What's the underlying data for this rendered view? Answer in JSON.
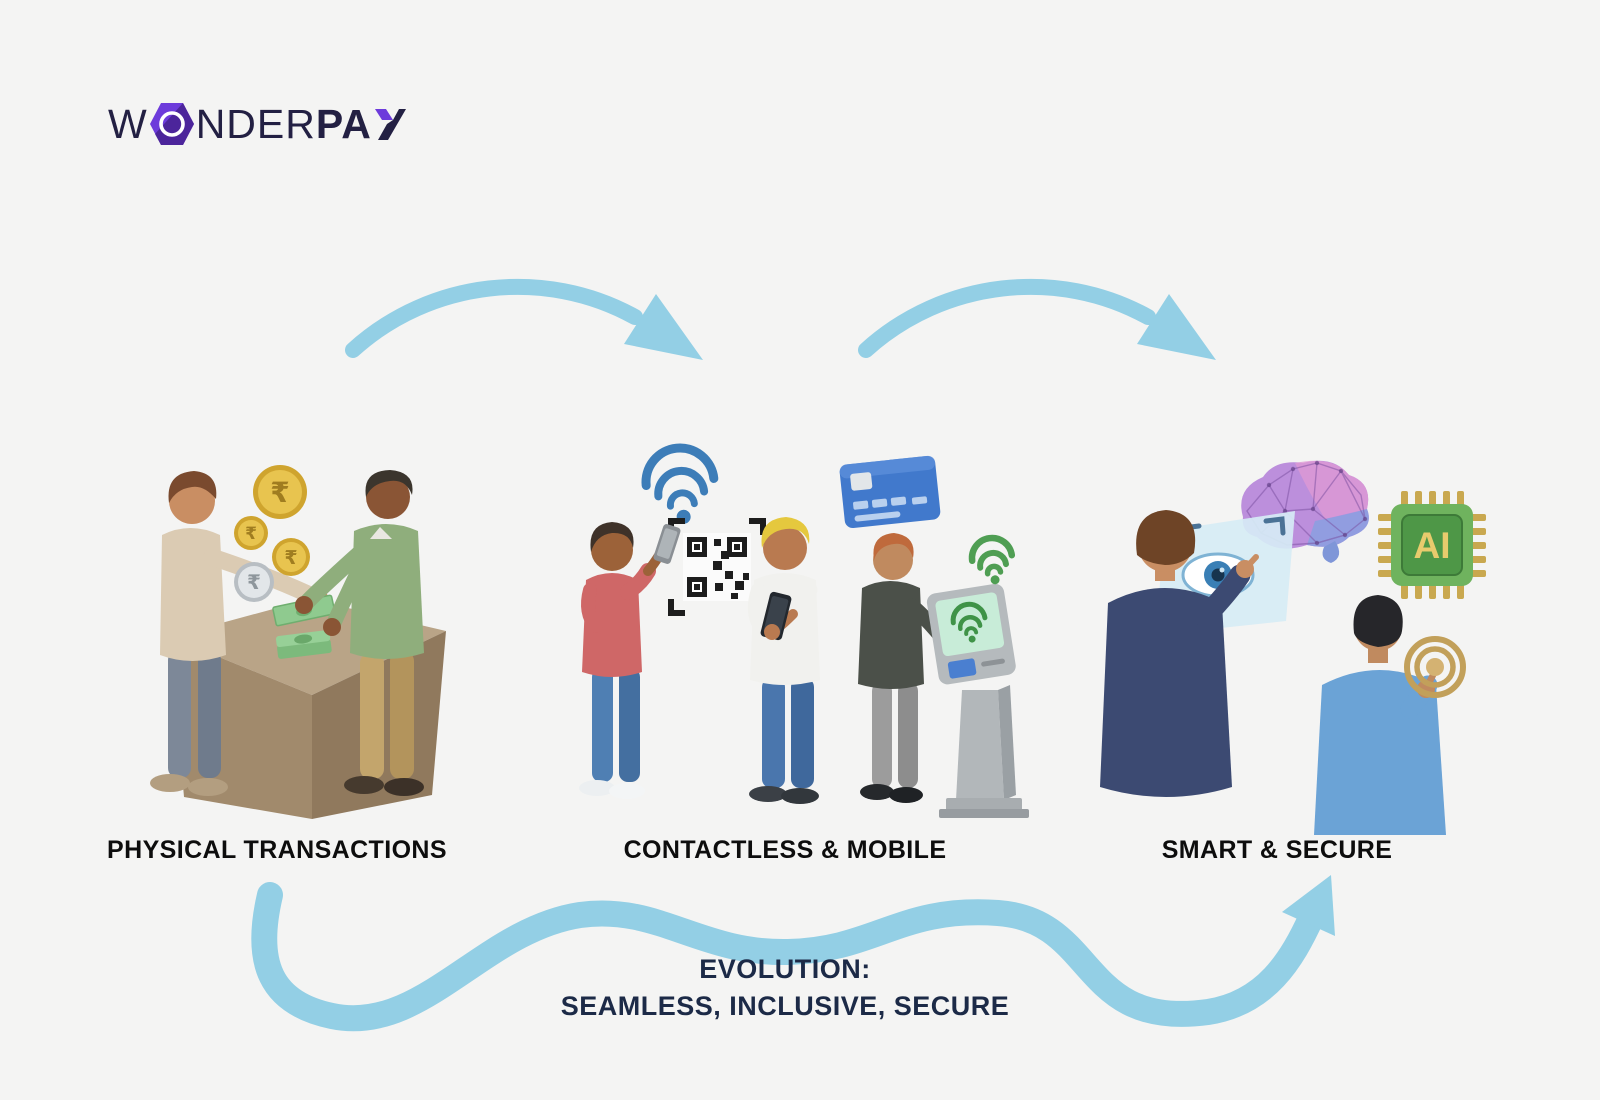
{
  "logo": {
    "part1": "W",
    "part2": "NDER",
    "part3": "PA"
  },
  "stages": [
    {
      "label": "PHYSICAL TRANSACTIONS"
    },
    {
      "label": "CONTACTLESS & MOBILE"
    },
    {
      "label": "SMART & SECURE"
    }
  ],
  "evolution": {
    "line1": "EVOLUTION:",
    "line2": "SEAMLESS, INCLUSIVE, SECURE"
  },
  "symbols": {
    "rupee": "₹",
    "ai": "AI"
  },
  "colors": {
    "background": "#f4f4f3",
    "arrow_blue": "#93cfe5",
    "logo_purple": "#6d3bdb",
    "logo_purple_dark": "#46228f",
    "logo_text": "#232043",
    "label_text": "#0d0d0d",
    "evolution_text": "#1c2a47",
    "wifi_blue": "#3d7db8",
    "wifi_green": "#4f9e53",
    "card_blue": "#4179cc",
    "chip_green": "#4e9747",
    "coin_gold": "#e0b53d",
    "coin_silver": "#ccd1d5",
    "cash_green": "#8fca8f"
  }
}
